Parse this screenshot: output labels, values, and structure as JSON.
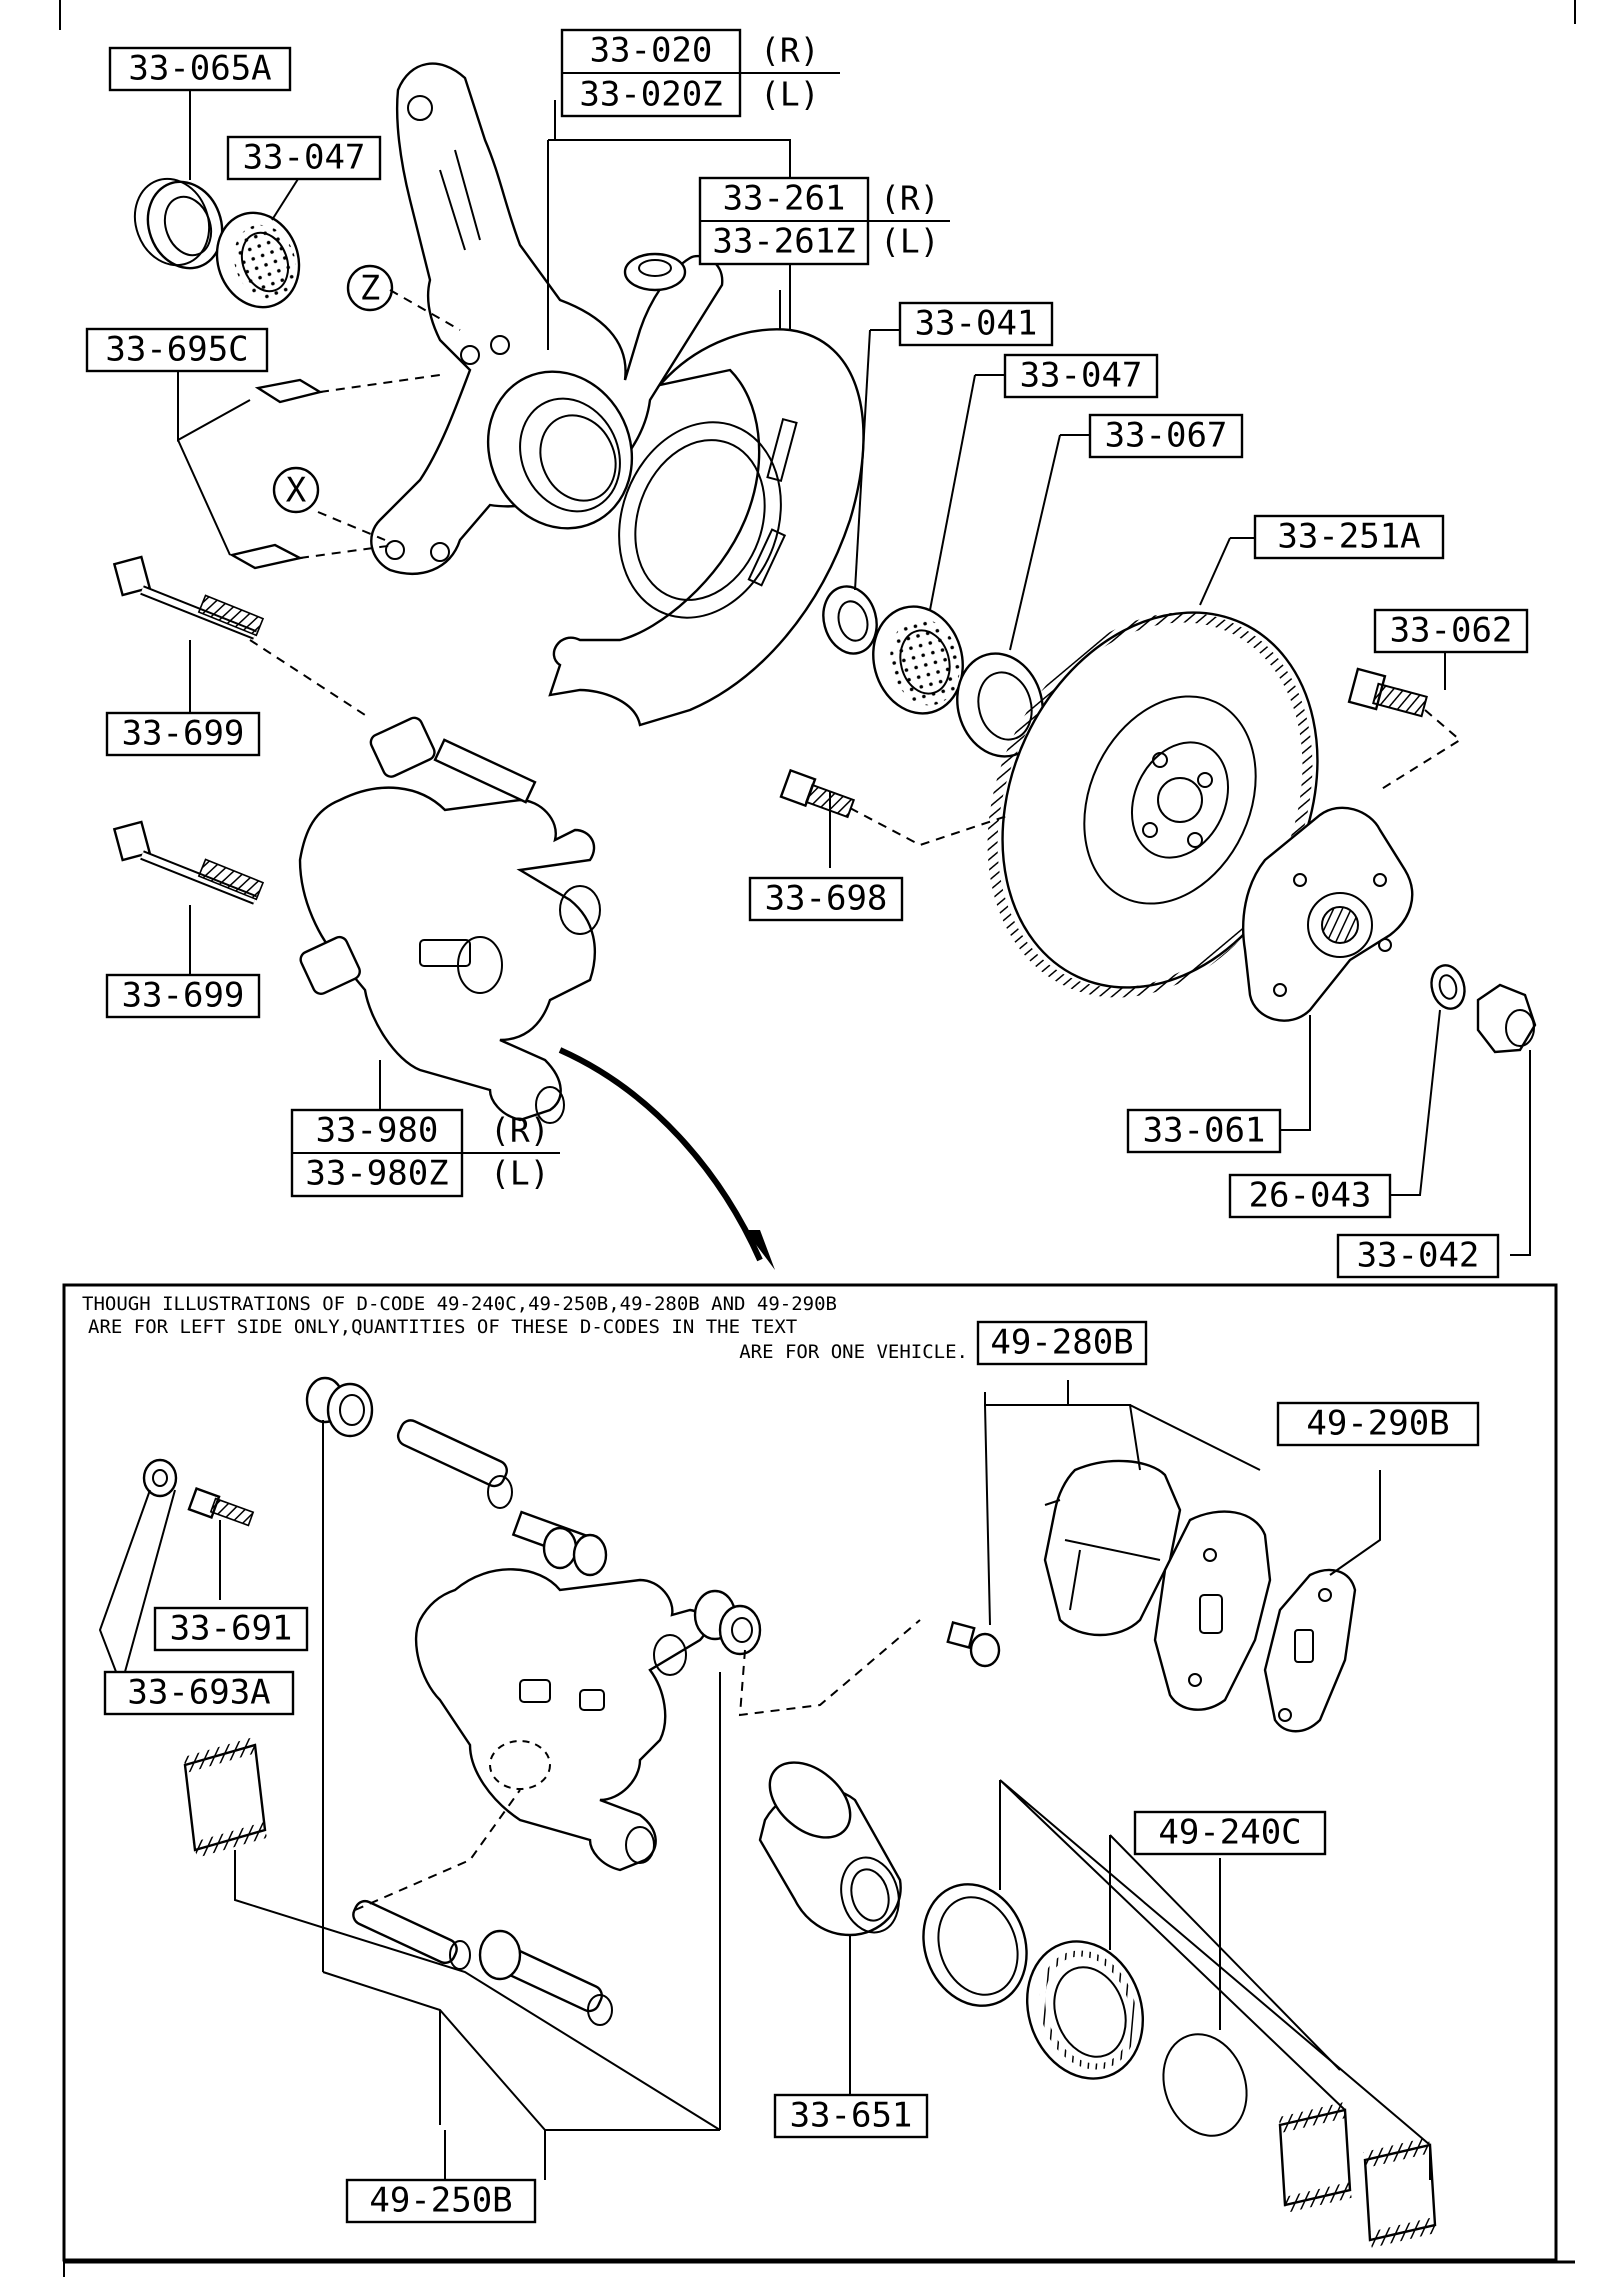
{
  "labels": {
    "l_33_065A": "33-065A",
    "l_33_047_top": "33-047",
    "l_33_020": "33-020",
    "l_33_020Z": "33-020Z",
    "l_33_261": "33-261",
    "l_33_261Z": "33-261Z",
    "l_33_695C": "33-695C",
    "l_33_041": "33-041",
    "l_33_047_mid": "33-047",
    "l_33_067": "33-067",
    "l_33_251A": "33-251A",
    "l_33_062": "33-062",
    "l_33_699_a": "33-699",
    "l_33_699_b": "33-699",
    "l_33_698": "33-698",
    "l_33_980": "33-980",
    "l_33_980Z": "33-980Z",
    "l_33_061": "33-061",
    "l_26_043": "26-043",
    "l_33_042": "33-042",
    "l_49_280B": "49-280B",
    "l_49_290B": "49-290B",
    "l_33_691": "33-691",
    "l_33_693A": "33-693A",
    "l_49_240C": "49-240C",
    "l_33_651": "33-651",
    "l_49_250B": "49-250B"
  },
  "side_marks": {
    "right": "(R)",
    "left": "(L)"
  },
  "callouts": {
    "z": "Z",
    "x": "X"
  },
  "note": {
    "line1": "THOUGH ILLUSTRATIONS OF D-CODE 49-240C,49-250B,49-280B AND 49-290B",
    "line2": "ARE FOR LEFT SIDE ONLY,QUANTITIES OF THESE D-CODES IN THE TEXT",
    "line3": "ARE FOR ONE VEHICLE."
  }
}
